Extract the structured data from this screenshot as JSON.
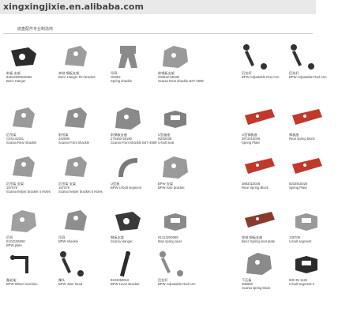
{
  "header": {
    "site_url": "xingxingjixie.en.alibaba.com"
  },
  "page": {
    "subtitle": "底盘配件专业制造商"
  },
  "products": [
    {
      "cn": "前板 支架",
      "code": "94642505533062",
      "en": "Benz Hanger",
      "shape": "hanger",
      "color": "#2b2b2b"
    },
    {
      "cn": "奔驰 钢板支架",
      "code": "",
      "en": "Benz Hanger\nPin bracket",
      "shape": "bracket",
      "color": "#9c9c9c"
    },
    {
      "cn": "吊耳",
      "code": "G5002",
      "en": "Spring shackle",
      "shape": "shackle",
      "color": "#8a8a8a"
    },
    {
      "cn": "前钢板支架",
      "code": "293642-55180",
      "en": "Scania Rear shackle\nB47-4599",
      "shape": "block",
      "color": "#9a9a9a"
    },
    {
      "cn": "",
      "code": "",
      "en": "",
      "shape": "rod",
      "color": "#333333"
    },
    {
      "cn": "",
      "code": "",
      "en": "",
      "shape": "rod",
      "color": "#333333"
    },
    {
      "cn": "后吊架",
      "code": "C0S141001",
      "en": "Scania Rear shackle",
      "shape": "bracket",
      "color": "#9a9a9a"
    },
    {
      "cn": "前吊架",
      "code": "342896",
      "en": "Scania Front shackle",
      "shape": "bracket",
      "color": "#8e8e8e"
    },
    {
      "cn": "前钢板支座",
      "code": "275460-55180",
      "en": "Scania Front shackle\nB47-4598",
      "shape": "block",
      "color": "#8a8a8a"
    },
    {
      "cn": "U型板座",
      "code": "NZ00038",
      "en": "U-bolt seat",
      "shape": "seat",
      "color": "#808080"
    },
    {
      "cn": "U型钢板座",
      "code": "3872010026",
      "en": "Spring Plate",
      "shape": "plate",
      "color": "#c0392b"
    },
    {
      "cn": "钢板座",
      "code": "",
      "en": "Rear spring block",
      "shape": "plate",
      "color": "#c0392b"
    },
    {
      "cn": "后吊架 支架",
      "code": "187079",
      "en": "Scania helper bracket 4 Holes",
      "shape": "bracket",
      "color": "#9a9a9a"
    },
    {
      "cn": "后吊架 支架",
      "code": "187079",
      "en": "Scania helper bracket 5 Holes",
      "shape": "bracket",
      "color": "#9a9a9a"
    },
    {
      "cn": "U型板",
      "code": "",
      "en": "BPW U-bolt\nsegment",
      "shape": "curve",
      "color": "#7a7a7a"
    },
    {
      "cn": "BPW 支架",
      "code": "",
      "en": "BPW Axle\nbracket",
      "shape": "block",
      "color": "#9a9a9a"
    },
    {
      "cn": "",
      "code": "3883310026",
      "en": "Rear Spring Block",
      "shape": "plate",
      "color": "#c0392b"
    },
    {
      "cn": "",
      "code": "6202910026",
      "en": "Spring Plate",
      "shape": "plate",
      "color": "#c0392b"
    },
    {
      "cn": "后托",
      "code": "E102106050",
      "en": "BPW plate",
      "shape": "block",
      "color": "#a0a0a0"
    },
    {
      "cn": "吊耳",
      "code": "",
      "en": "BPW shackle",
      "shape": "bracket",
      "color": "#8e8e8e"
    },
    {
      "cn": "钢板支架",
      "code": "",
      "en": "Scania Hanger",
      "shape": "hanger",
      "color": "#3a3a3a"
    },
    {
      "cn": "",
      "code": "81413200069",
      "en": "Man spring seat",
      "shape": "seat",
      "color": "#8a8a8a"
    },
    {
      "cn": "奔驰 钢板支座",
      "code": "",
      "en": "Benz Spring seat plate",
      "shape": "plate",
      "color": "#8b3a2e"
    },
    {
      "cn": "",
      "code": "135708",
      "en": "U-bolt segment",
      "shape": "seat",
      "color": "#9a9a9a"
    },
    {
      "cn": "备轮架",
      "code": "",
      "en": "BPW Wheel machine",
      "shape": "crank",
      "color": "#2b2b2b"
    },
    {
      "cn": "撑头",
      "code": "",
      "en": "BPW Joint head",
      "shape": "rod",
      "color": "#333333"
    },
    {
      "cn": "",
      "code": "9243250010",
      "en": "BPW Lever Bracket",
      "shape": "lever",
      "color": "#2b2b2b"
    },
    {
      "cn": "后拉杆",
      "code": "",
      "en": "BPW Adjustable\nRod Arm",
      "shape": "rod",
      "color": "#8a8a8a"
    },
    {
      "cn": "下压板",
      "code": "285950",
      "en": "Scania spring block",
      "shape": "block",
      "color": "#8a8a8a"
    },
    {
      "cn": "",
      "code": "500 35 1126",
      "en": "U-bolt segment-4",
      "shape": "seat",
      "color": "#2b2b2b"
    }
  ],
  "rod_captions": [
    {
      "cn": "后拉杆",
      "en": "BPW Adjustable\nRod Arm"
    },
    {
      "cn": "后拉杆",
      "en": "BPW Adjustable\nRod Arm"
    }
  ]
}
